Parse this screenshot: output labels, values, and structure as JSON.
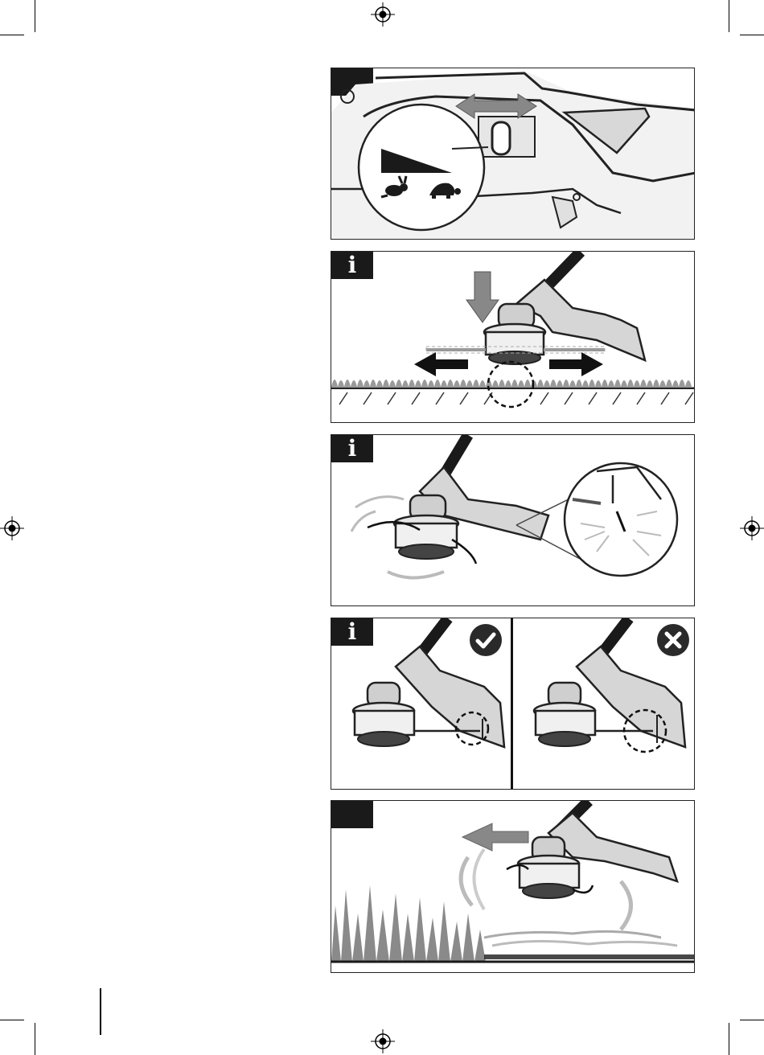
{
  "page": {
    "background": "#ffffff",
    "ink": "#1a1a1a"
  },
  "panels": [
    {
      "id": "speed-switch",
      "tag": "",
      "icon_names": [
        "double-arrow-icon",
        "hare-icon",
        "tortoise-icon",
        "speed-ramp-icon"
      ]
    },
    {
      "id": "tap-feed",
      "tag": "i",
      "icon_names": [
        "down-arrow-icon",
        "left-arrow-icon",
        "right-arrow-icon",
        "contact-point-circle"
      ]
    },
    {
      "id": "line-cutoff",
      "tag": "i",
      "icon_names": [
        "cut-line-zoom-icon"
      ]
    },
    {
      "id": "line-length-check",
      "tag": "i",
      "icon_names": [
        "check-icon",
        "cross-icon"
      ],
      "statuses": [
        "correct",
        "incorrect"
      ],
      "colors": {
        "check": "#2a2a2a",
        "cross": "#2a2a2a"
      }
    },
    {
      "id": "trimming-direction",
      "tag": "",
      "icon_names": [
        "left-arrow-icon",
        "grass-icon"
      ]
    }
  ]
}
